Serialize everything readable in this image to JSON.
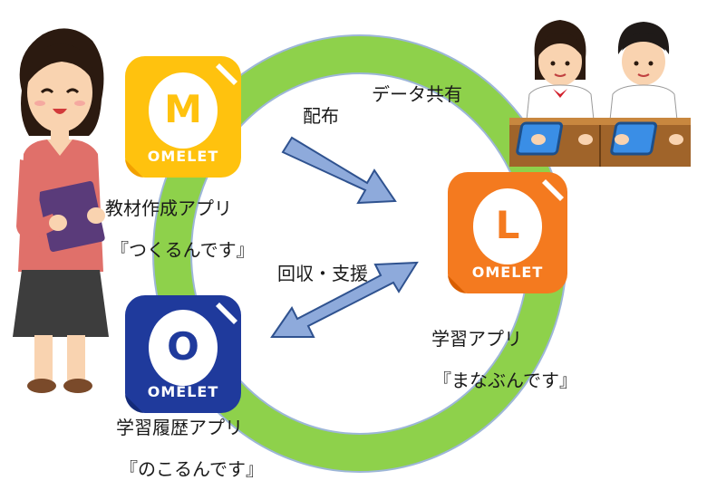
{
  "arrows": {
    "distribute_label": "配布",
    "share_label": "データ共有",
    "collect_label": "回収・支援"
  },
  "apps": {
    "create": {
      "letter": "M",
      "brand": "OMELET",
      "caption": "教材作成アプリ",
      "name": "『つくるんです』",
      "color": "#ffc20e"
    },
    "learn": {
      "letter": "L",
      "brand": "OMELET",
      "caption": "学習アプリ",
      "name": "『まなぶんです』",
      "color": "#f47a1f"
    },
    "history": {
      "letter": "O",
      "brand": "OMELET",
      "caption": "学習履歴アプリ",
      "name": "『のこるんです』",
      "color": "#1f3a9c"
    }
  },
  "colors": {
    "ring": "#8ed14b",
    "arrow": "#8eaadb",
    "arrow_border": "#2f528f"
  }
}
